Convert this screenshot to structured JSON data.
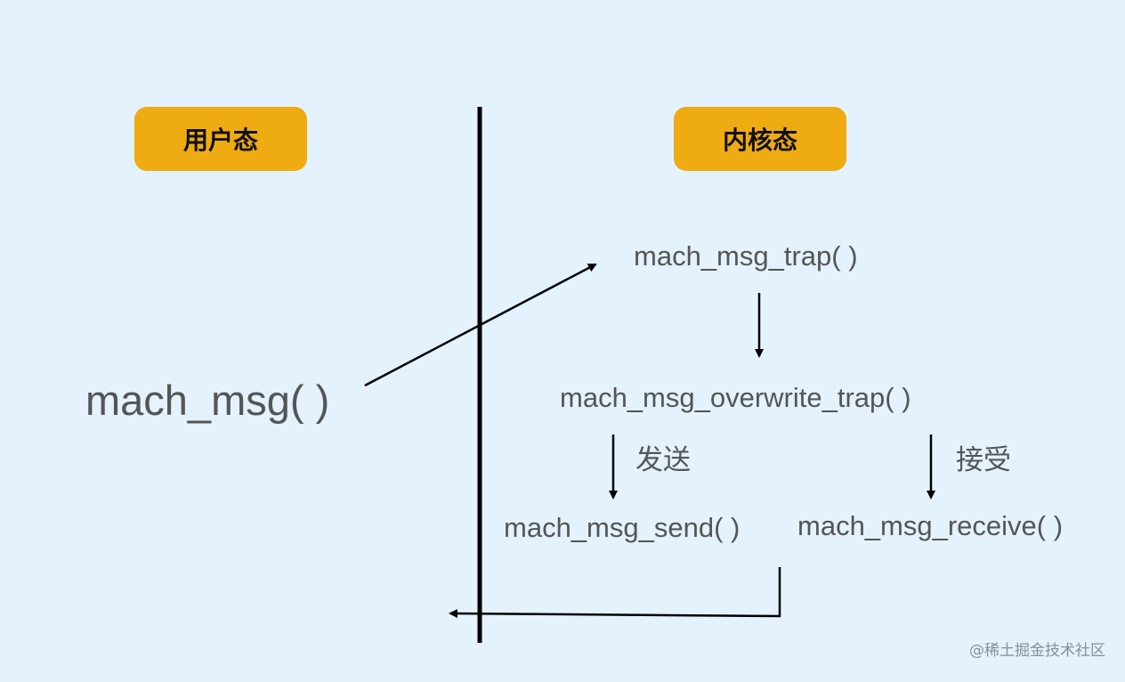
{
  "colors": {
    "background": "#e3f2fc",
    "pill": "#efab12",
    "line": "#000000",
    "function_text": "#555555"
  },
  "labels": {
    "user_mode": "用户态",
    "kernel_mode": "内核态",
    "send": "发送",
    "receive": "接受"
  },
  "functions": {
    "main": "mach_msg( )",
    "trap": "mach_msg_trap( )",
    "overwrite_trap": "mach_msg_overwrite_trap( )",
    "send": "mach_msg_send( )",
    "receive": "mach_msg_receive( )"
  },
  "watermark": "@稀土掘金技术社区"
}
